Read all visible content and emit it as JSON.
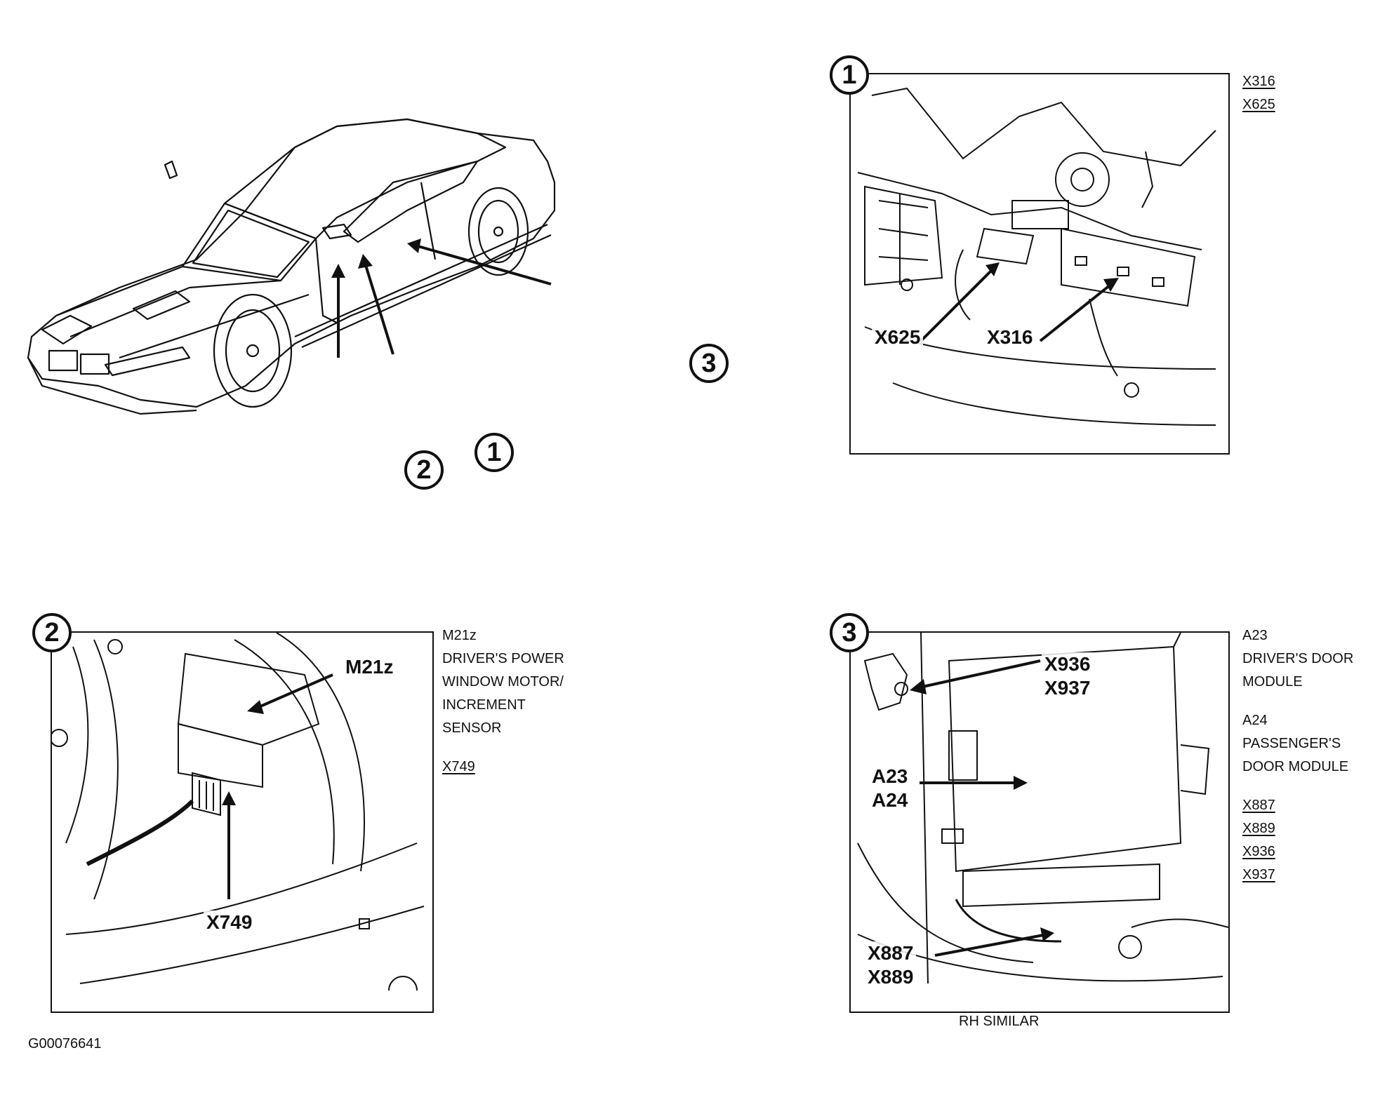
{
  "overview": {
    "locator_labels": [
      "2",
      "1",
      "3"
    ]
  },
  "view1": {
    "badge": "1",
    "callouts": [
      "X625",
      "X316"
    ],
    "legend": [
      "X316",
      "X625"
    ]
  },
  "view2": {
    "badge": "2",
    "callouts": [
      "M21z",
      "X749"
    ],
    "legend": {
      "code": "M21z",
      "description": [
        "DRIVER'S POWER",
        "WINDOW MOTOR/",
        "INCREMENT",
        "SENSOR"
      ],
      "connectors": [
        "X749"
      ]
    }
  },
  "view3": {
    "badge": "3",
    "callout_x936_x937": "X936\nX937",
    "callout_a23_a24": "A23\nA24",
    "callout_x887_x889": "X887\nX889",
    "legend": {
      "modules": [
        {
          "code": "A23",
          "description": [
            "DRIVER'S DOOR",
            "MODULE"
          ]
        },
        {
          "code": "A24",
          "description": [
            "PASSENGER'S",
            "DOOR MODULE"
          ]
        }
      ],
      "connectors": [
        "X887",
        "X889",
        "X936",
        "X937"
      ]
    },
    "caption": "RH SIMILAR"
  },
  "figure_id": "G00076641"
}
